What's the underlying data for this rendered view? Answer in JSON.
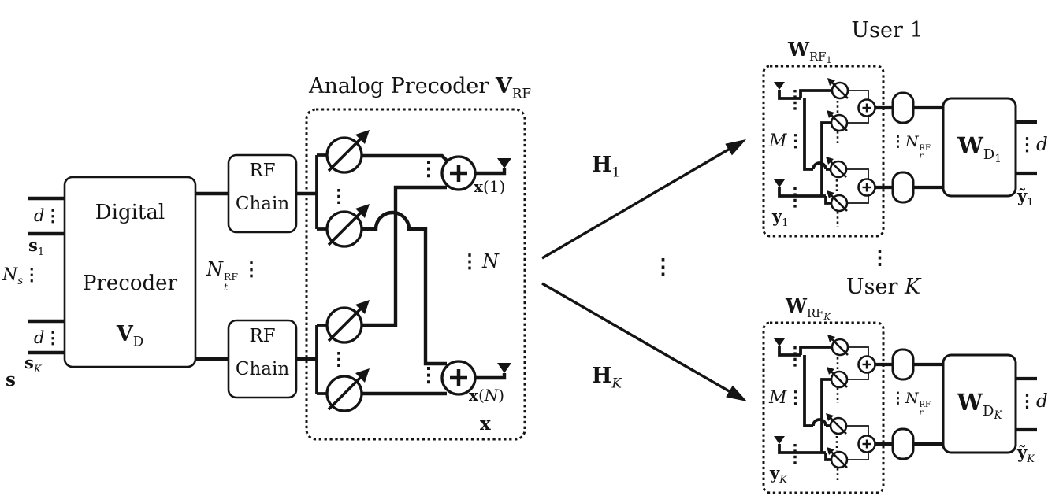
{
  "transmitter": {
    "inputs": {
      "s": "s",
      "s1_base": "s",
      "s1_sub": "1",
      "sK_base": "s",
      "sK_sub": "K",
      "ns_base": "N",
      "ns_sub": "s",
      "ns_dots": "⋮",
      "d_top_base": "d",
      "d_top_dots": "⋮",
      "d_bot_base": "d",
      "d_bot_dots": "⋮"
    },
    "digital_precoder": {
      "line1": "Digital",
      "line2": "Precoder",
      "mat_base": "V",
      "mat_sub": "D"
    },
    "rf_chain_top": {
      "line1": "RF",
      "line2": "Chain"
    },
    "rf_chain_bot": {
      "line1": "RF",
      "line2": "Chain"
    },
    "nt": {
      "base": "N",
      "sup": "RF",
      "sub": "t",
      "dots": "⋮"
    },
    "analog_precoder_title": {
      "text": "Analog Precoder ",
      "mat_base": "V",
      "mat_sub": "RF"
    },
    "antenna_count": {
      "dots": "⋮",
      "base": "N"
    },
    "x1": {
      "base": "x",
      "rest": "(1)"
    },
    "xN": {
      "base": "x",
      "open": "(",
      "var": "N",
      "close": ")"
    },
    "x": "x"
  },
  "channel": {
    "h1_base": "H",
    "h1_sub": "1",
    "hk_base": "H",
    "hk_sub": "K",
    "dots": "⋮"
  },
  "receivers_dots": "⋮",
  "users": [
    {
      "title_prefix": "User ",
      "title_var": "1",
      "wrf_base": "W",
      "wrf_sub": "RF",
      "wrf_subsub": "1",
      "m_base": "M",
      "m_dots": "⋮",
      "y_base": "y",
      "y_sub": "1",
      "nr_dots": "⋮",
      "nr_base": "N",
      "nr_sup": "RF",
      "nr_sub": "r",
      "wd_base": "W",
      "wd_sub": "D",
      "wd_subsub": "1",
      "d_dots": "⋮",
      "d_base": "d",
      "yt_base": "ỹ",
      "yt_sub": "1"
    },
    {
      "title_prefix": "User ",
      "title_var": "K",
      "wrf_base": "W",
      "wrf_sub": "RF",
      "wrf_subsub": "K",
      "m_base": "M",
      "m_dots": "⋮",
      "y_base": "y",
      "y_sub": "K",
      "nr_dots": "⋮",
      "nr_base": "N",
      "nr_sup": "RF",
      "nr_sub": "r",
      "wd_base": "W",
      "wd_sub": "D",
      "wd_subsub": "K",
      "d_dots": "⋮",
      "d_base": "d",
      "yt_base": "ỹ",
      "yt_sub": "K"
    }
  ]
}
